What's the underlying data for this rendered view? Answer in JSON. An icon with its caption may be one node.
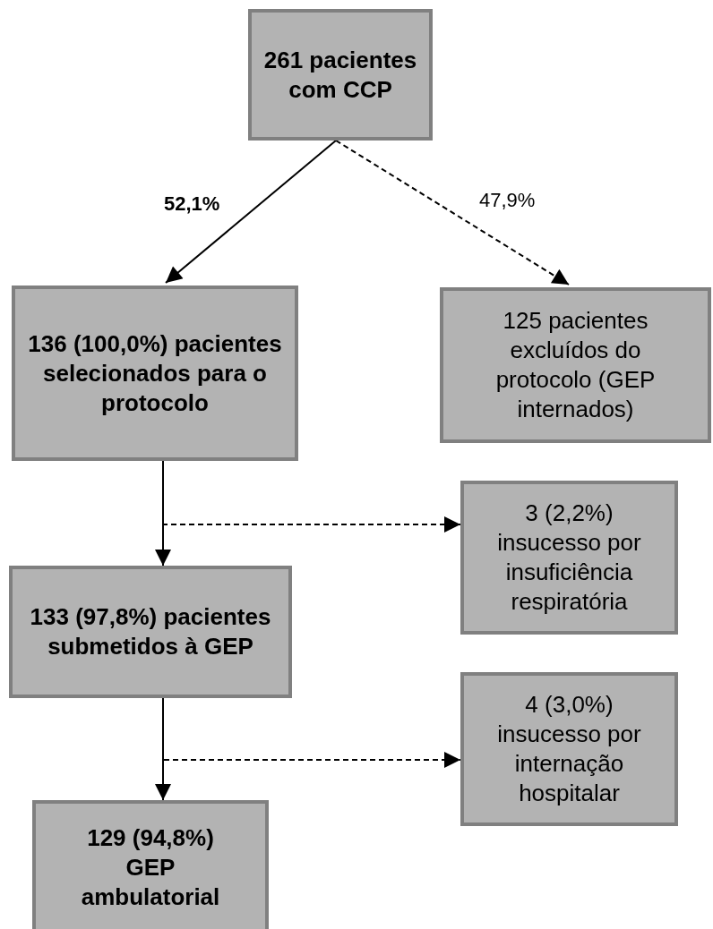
{
  "diagram": {
    "nodes": [
      {
        "text": [
          "261 pacientes com CCP"
        ]
      },
      {
        "text": [
          "136 (100,0%) pacientes selecionados para o protocolo"
        ]
      },
      {
        "text": [
          "125 pacientes excluídos do protocolo (GEP internados)"
        ]
      },
      {
        "text": [
          "3 (2,2%) insucesso por insuficiência respiratória"
        ]
      },
      {
        "text": [
          "133 (97,8%) pacientes submetidos à GEP"
        ]
      },
      {
        "text": [
          "4 (3,0%) insucesso por internação hospitalar"
        ]
      },
      {
        "text": [
          "129 (94,8%) GEP ambulatorial"
        ]
      }
    ],
    "edges": [
      {
        "from": 0,
        "to": 1,
        "arrow": "to",
        "label": "52,1%"
      },
      {
        "from": 0,
        "to": 2,
        "arrow": "to",
        "label": "47,9%",
        "style": "dashed"
      },
      {
        "from": 1,
        "to": 4,
        "arrow": "to"
      },
      {
        "from": 1,
        "to": 3,
        "arrow": "to",
        "style": "dashed"
      },
      {
        "from": 4,
        "to": 6,
        "arrow": "to"
      },
      {
        "from": 4,
        "to": 5,
        "arrow": "to",
        "style": "dashed"
      }
    ]
  }
}
